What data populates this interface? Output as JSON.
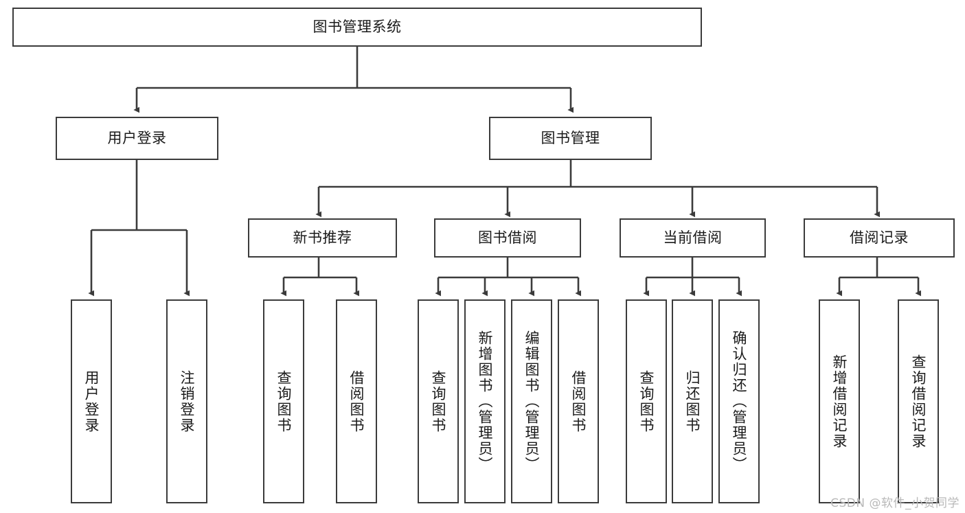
{
  "diagram": {
    "type": "tree-hierarchy",
    "title": "图书管理系统",
    "watermark": "CSDN @软件_小贺同学",
    "colors": {
      "stroke": "#3b3b3b",
      "box_fill": "#ffffff",
      "text": "#1a1a1a",
      "watermark": "#b9b9b9",
      "background": "#ffffff"
    },
    "root": {
      "label": "图书管理系统"
    },
    "level2": [
      {
        "id": "user-login",
        "label": "用户登录"
      },
      {
        "id": "book-manage",
        "label": "图书管理"
      }
    ],
    "level3": [
      {
        "id": "new-book-recommend",
        "label": "新书推荐",
        "parent": "book-manage"
      },
      {
        "id": "book-borrow",
        "label": "图书借阅",
        "parent": "book-manage"
      },
      {
        "id": "current-borrow",
        "label": "当前借阅",
        "parent": "book-manage"
      },
      {
        "id": "borrow-record",
        "label": "借阅记录",
        "parent": "book-manage"
      }
    ],
    "leaves": [
      {
        "id": "leaf-user-login",
        "label": "用户登录",
        "parent": "user-login"
      },
      {
        "id": "leaf-logout-login",
        "label": "注销登录",
        "parent": "user-login"
      },
      {
        "id": "leaf-query-book-1",
        "label": "查询图书",
        "parent": "new-book-recommend"
      },
      {
        "id": "leaf-borrow-book-1",
        "label": "借阅图书",
        "parent": "new-book-recommend"
      },
      {
        "id": "leaf-query-book-2",
        "label": "查询图书",
        "parent": "book-borrow"
      },
      {
        "id": "leaf-add-book",
        "label": "新增图书（管理员）",
        "parent": "book-borrow"
      },
      {
        "id": "leaf-edit-book",
        "label": "编辑图书（管理员）",
        "parent": "book-borrow"
      },
      {
        "id": "leaf-borrow-book-2",
        "label": "借阅图书",
        "parent": "book-borrow"
      },
      {
        "id": "leaf-query-book-3",
        "label": "查询图书",
        "parent": "current-borrow"
      },
      {
        "id": "leaf-return-book",
        "label": "归还图书",
        "parent": "current-borrow"
      },
      {
        "id": "leaf-confirm-return",
        "label": "确认归还（管理员）",
        "parent": "current-borrow"
      },
      {
        "id": "leaf-add-record",
        "label": "新增借阅记录",
        "parent": "borrow-record"
      },
      {
        "id": "leaf-query-record",
        "label": "查询借阅记录",
        "parent": "borrow-record"
      }
    ]
  }
}
